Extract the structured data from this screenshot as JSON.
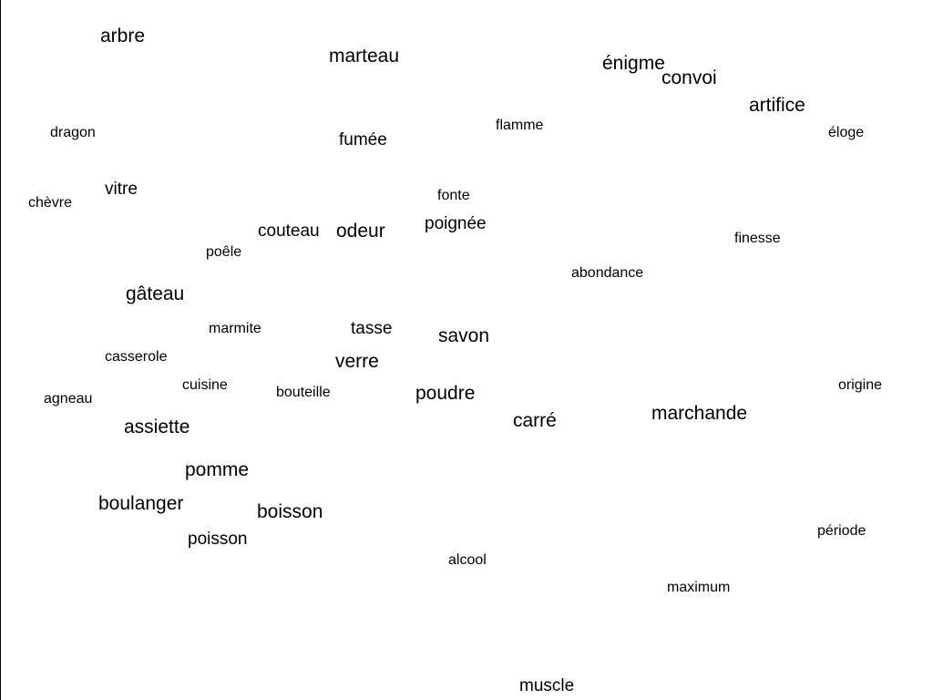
{
  "words": {
    "arbre": "arbre",
    "marteau": "marteau",
    "enigme": "énigme",
    "convoi": "convoi",
    "artifice": "artifice",
    "dragon": "dragon",
    "flamme": "flamme",
    "fumee": "fumée",
    "eloge": "éloge",
    "vitre": "vitre",
    "chevre": "chèvre",
    "fonte": "fonte",
    "poignee": "poignée",
    "couteau": "couteau",
    "odeur": "odeur",
    "finesse": "finesse",
    "poele": "poêle",
    "abondance": "abondance",
    "gateau": "gâteau",
    "marmite": "marmite",
    "tasse": "tasse",
    "savon": "savon",
    "casserole": "casserole",
    "verre": "verre",
    "cuisine": "cuisine",
    "bouteille": "bouteille",
    "poudre": "poudre",
    "agneau": "agneau",
    "origine": "origine",
    "marchande": "marchande",
    "carre": "carré",
    "assiette": "assiette",
    "pomme": "pomme",
    "boulanger": "boulanger",
    "boisson": "boisson",
    "poisson": "poisson",
    "periode": "période",
    "alcool": "alcool",
    "maximum": "maximum",
    "muscle": "muscle"
  }
}
